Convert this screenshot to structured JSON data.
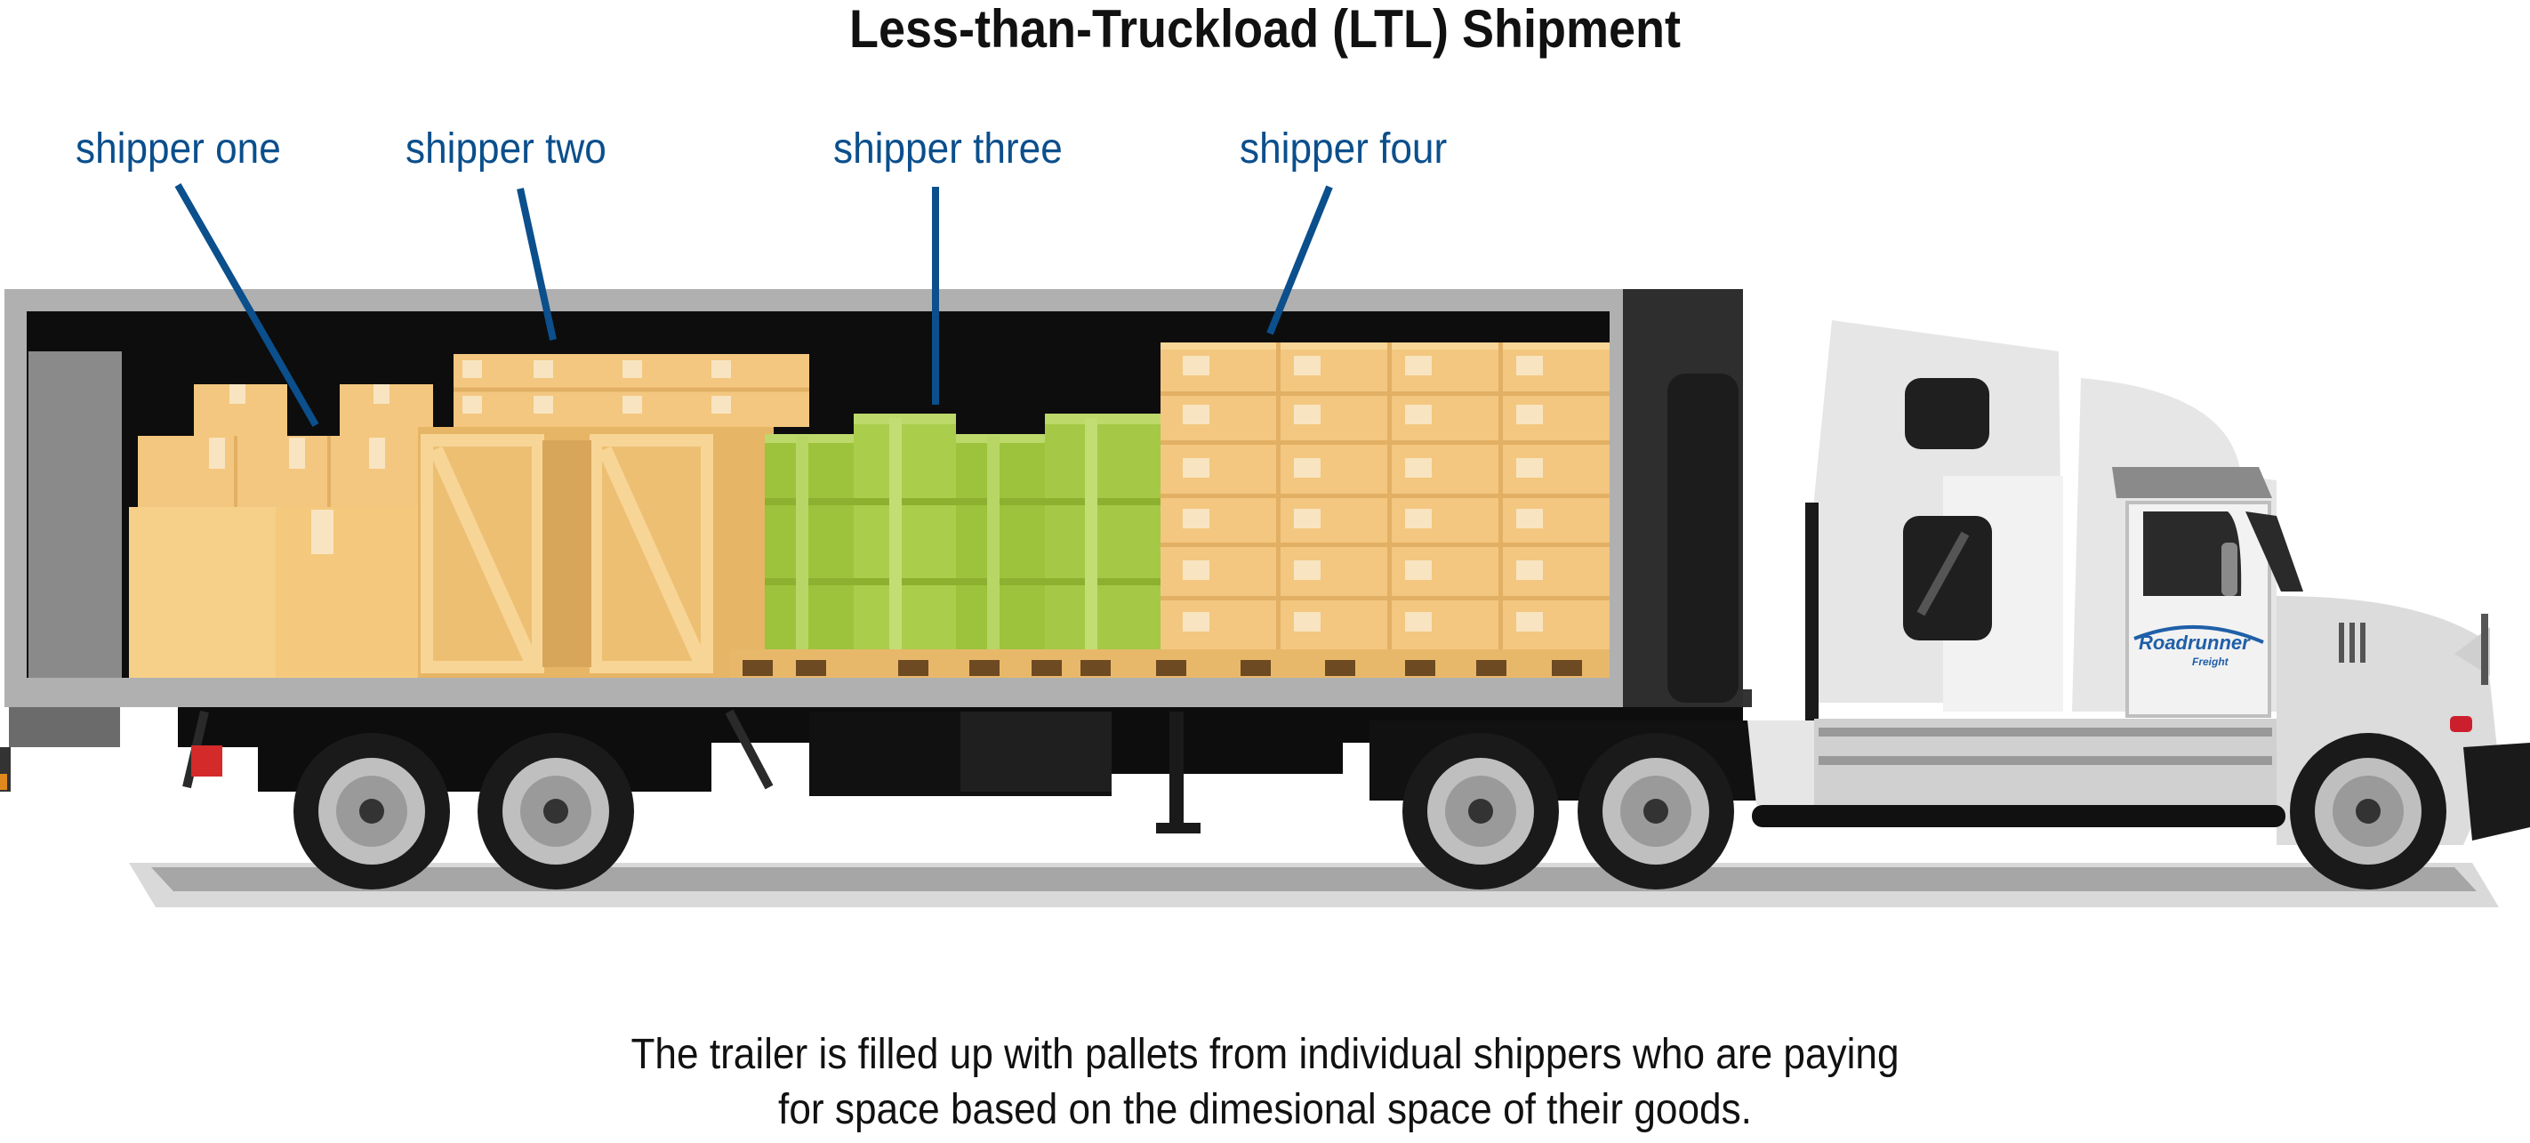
{
  "title": "Less-than-Truckload (LTL) Shipment",
  "shippers": [
    {
      "label": "shipper one"
    },
    {
      "label": "shipper two"
    },
    {
      "label": "shipper three"
    },
    {
      "label": "shipper four"
    }
  ],
  "caption": {
    "line1": "The trailer is filled up with pallets from individual shippers who are paying",
    "line2": "for space based on the dimesional space of their goods."
  },
  "truck_logo": {
    "brand": "Roadrunner",
    "sub": "Freight"
  },
  "colors": {
    "label_blue": "#0b4f8c",
    "box": "#f3c77f",
    "box_dark": "#e2b064",
    "barrel": "#9cc33b",
    "trailer_frame": "#b3b3b3",
    "cab_white": "#e6e6e6",
    "tire": "#1a1a1a"
  }
}
